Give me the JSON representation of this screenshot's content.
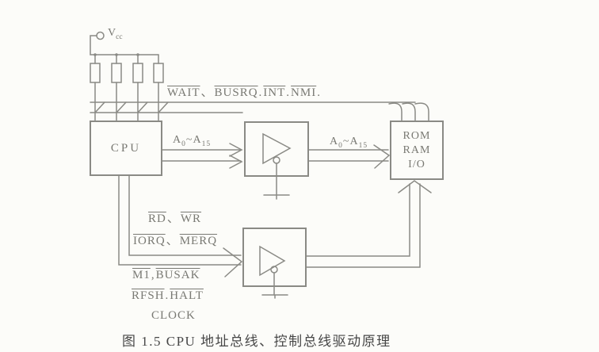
{
  "colors": {
    "ink": "#8a8a85",
    "label": "#797973",
    "caption": "#474747",
    "paper": "#fcfcf9"
  },
  "power": {
    "base": "V",
    "sub": "cc"
  },
  "cpu": {
    "label": "CPU"
  },
  "memory": {
    "l0": "ROM",
    "l1": "RAM",
    "l2": "I/O"
  },
  "address_label": {
    "b0": "A",
    "sub0": "0",
    "tilde": "~",
    "b1": "A",
    "sub1": "15"
  },
  "signals": {
    "top": {
      "p0": "WAIT",
      "s0": "、",
      "p1": "BUSRQ",
      "s1": ".",
      "p2": "INT",
      "s2": ".",
      "p3": "NMI",
      "s3": "."
    },
    "rd_wr": {
      "p0": "RD",
      "s0": "、",
      "p1": "WR"
    },
    "iorq_merq": {
      "p0": "IORQ",
      "s0": "、",
      "p1": "MERQ"
    },
    "m1_busak": {
      "p0": "M1",
      "s0": ",",
      "p1": "BUSAK"
    },
    "rfsh_halt": {
      "p0": "RFSH",
      "s0": ".",
      "p1": "HALT"
    },
    "clock": "CLOCK"
  },
  "figure": {
    "caption": "图 1.5  CPU 地址总线、控制总线驱动原理"
  }
}
